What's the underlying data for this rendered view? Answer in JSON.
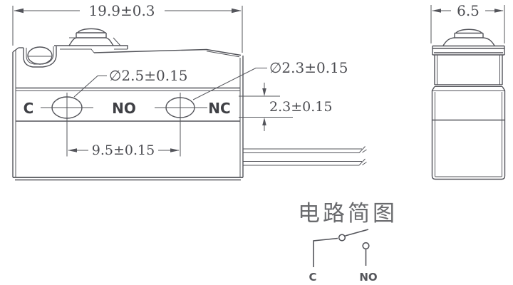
{
  "front": {
    "width_dim": "19.9±0.3",
    "hole_c_dia": "∅2.5±0.15",
    "hole_nc_dia": "∅2.3±0.15",
    "pitch_dim": "9.5±0.15",
    "offset_dim": "2.3±0.15",
    "terminal_c": "C",
    "terminal_no": "NO",
    "terminal_nc": "NC"
  },
  "side": {
    "width_dim": "6.5"
  },
  "circuit": {
    "title": "电路简图",
    "label_c": "C",
    "label_no": "NO"
  },
  "colors": {
    "line": "#53545a",
    "dim_text": "#4c4d52",
    "terminal_text": "#3f4045",
    "circuit_title_text": "#6a6b6e"
  }
}
